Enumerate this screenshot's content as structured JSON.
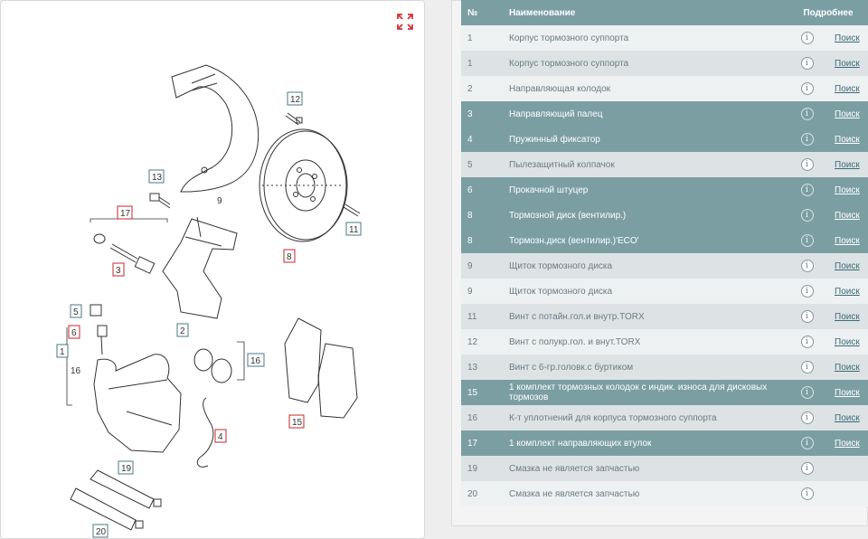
{
  "table": {
    "headers": {
      "num": "№",
      "name": "Наименование",
      "more": "Подробнее"
    },
    "rows": [
      {
        "num": "1",
        "name": "Корпус тормозного суппорта",
        "info": "i",
        "search": "Поиск",
        "hl": false
      },
      {
        "num": "1",
        "name": "Корпус тормозного суппорта",
        "info": "i",
        "search": "Поиск",
        "hl": false
      },
      {
        "num": "2",
        "name": "Направляющая колодок",
        "info": "i",
        "search": "Поиск",
        "hl": false
      },
      {
        "num": "3",
        "name": "Направляющий палец",
        "info": "i",
        "search": "Поиск",
        "hl": true
      },
      {
        "num": "4",
        "name": "Пружинный фиксатор",
        "info": "i",
        "search": "Поиск",
        "hl": true
      },
      {
        "num": "5",
        "name": "Пылезащитный колпачок",
        "info": "i",
        "search": "Поиск",
        "hl": false
      },
      {
        "num": "6",
        "name": "Прокачной штуцер",
        "info": "i",
        "search": "Поиск",
        "hl": true
      },
      {
        "num": "8",
        "name": "Тормозной диск (вентилир.)",
        "info": "i",
        "search": "Поиск",
        "hl": true
      },
      {
        "num": "8",
        "name": "Тормозн.диск (вентилир.)'ECO'",
        "info": "i",
        "search": "Поиск",
        "hl": true
      },
      {
        "num": "9",
        "name": "Щиток тормозного диска",
        "info": "i",
        "search": "Поиск",
        "hl": false
      },
      {
        "num": "9",
        "name": "Щиток тормозного диска",
        "info": "i",
        "search": "Поиск",
        "hl": false
      },
      {
        "num": "11",
        "name": "Винт с потайн.гол.и внутр.TORX",
        "info": "i",
        "search": "Поиск",
        "hl": false
      },
      {
        "num": "12",
        "name": "Винт с полукр.гол. и внут.TORX",
        "info": "i",
        "search": "Поиск",
        "hl": false
      },
      {
        "num": "13",
        "name": "Винт с 6-гр.головк.с буртиком",
        "info": "i",
        "search": "Поиск",
        "hl": false
      },
      {
        "num": "15",
        "name": "1 комплект тормозных колодок с индик. износа для дисковых тормозов",
        "info": "i",
        "search": "Поиск",
        "hl": true
      },
      {
        "num": "16",
        "name": "К-т уплотнений для корпуса тормозного суппорта",
        "info": "i",
        "search": "Поиск",
        "hl": false
      },
      {
        "num": "17",
        "name": "1 комплект направляющих втулок",
        "info": "i",
        "search": "Поиск",
        "hl": true
      },
      {
        "num": "19",
        "name": "Смазка не является запчастью",
        "info": "i",
        "search": "",
        "hl": false
      },
      {
        "num": "20",
        "name": "Смазка не является запчастью",
        "info": "i",
        "search": "",
        "hl": false
      }
    ]
  },
  "diagram": {
    "labels": {
      "l12": "12",
      "l13": "13",
      "l17": "17",
      "l3": "3",
      "l9": "9",
      "l8": "8",
      "l11": "11",
      "l2": "2",
      "l5": "5",
      "l6": "6",
      "l1": "1",
      "l16a": "16",
      "l16b": "16",
      "l4": "4",
      "l15": "15",
      "l19": "19",
      "l20": "20"
    }
  },
  "colors": {
    "header": "#7b9ea3",
    "highlight_row": "#7b9ea3",
    "label_red": "#c8262c",
    "label_blue": "#4a7a86",
    "expand_icon": "#d0343a"
  }
}
